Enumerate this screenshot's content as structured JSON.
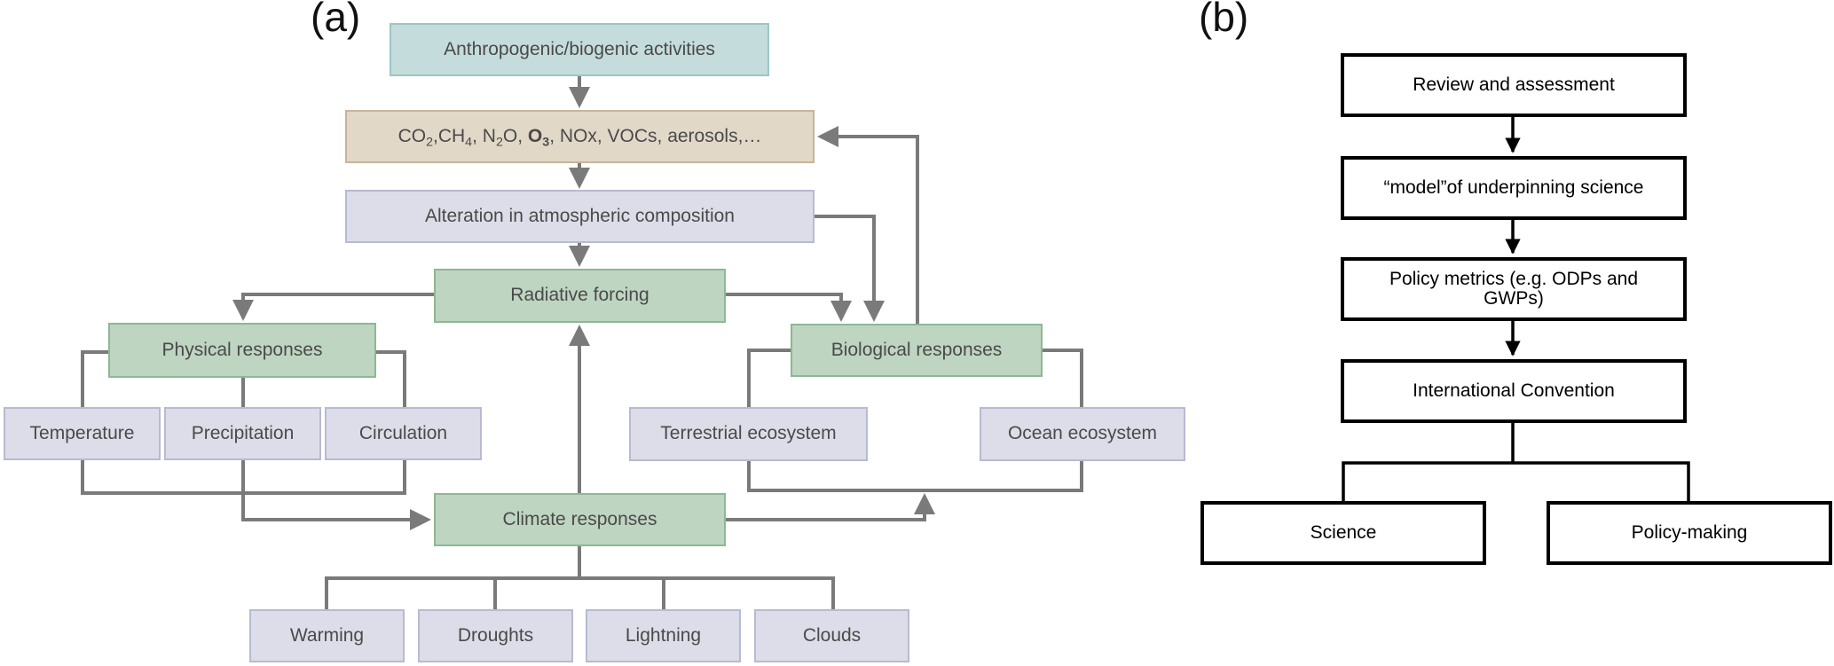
{
  "panels": {
    "a": {
      "label": "(a)",
      "nodes": {
        "activities": "Anthropogenic/biogenic activities",
        "emissions": {
          "parts": [
            {
              "t": "CO"
            },
            {
              "sub": "2"
            },
            {
              "t": ",CH"
            },
            {
              "sub": "4"
            },
            {
              "t": ", N"
            },
            {
              "sub": "2"
            },
            {
              "t": "O, "
            },
            {
              "bold": "O"
            },
            {
              "boldsub": "3"
            },
            {
              "t": ", NOx, VOCs, aerosols,…"
            }
          ],
          "text": "CO2,CH4, N2O, O3, NOx, VOCs, aerosols,…"
        },
        "alteration": "Alteration in atmospheric composition",
        "radiative_forcing": "Radiative forcing",
        "physical_responses": "Physical responses",
        "biological_responses": "Biological responses",
        "temperature": "Temperature",
        "precipitation": "Precipitation",
        "circulation": "Circulation",
        "terrestrial_ecosystem": "Terrestrial ecosystem",
        "ocean_ecosystem": "Ocean ecosystem",
        "climate_responses": "Climate responses",
        "warming": "Warming",
        "droughts": "Droughts",
        "lightning": "Lightning",
        "clouds": "Clouds"
      },
      "edges": [
        {
          "from": "activities",
          "to": "emissions",
          "arrow": true
        },
        {
          "from": "emissions",
          "to": "alteration",
          "arrow": true
        },
        {
          "from": "alteration",
          "to": "radiative_forcing",
          "arrow": true
        },
        {
          "from": "alteration",
          "to": "biological_responses",
          "arrow": true
        },
        {
          "from": "radiative_forcing",
          "to": "physical_responses",
          "arrow": true
        },
        {
          "from": "radiative_forcing",
          "to": "biological_responses",
          "arrow": true
        },
        {
          "from": "biological_responses",
          "to": "emissions",
          "arrow": true
        },
        {
          "from": "physical_responses",
          "to": "temperature",
          "arrow": false
        },
        {
          "from": "physical_responses",
          "to": "precipitation",
          "arrow": false
        },
        {
          "from": "physical_responses",
          "to": "circulation",
          "arrow": false
        },
        {
          "from": "biological_responses",
          "to": "terrestrial_ecosystem",
          "arrow": false
        },
        {
          "from": "biological_responses",
          "to": "ocean_ecosystem",
          "arrow": false
        },
        {
          "from": "precipitation",
          "to": "climate_responses",
          "arrow": true
        },
        {
          "from": "climate_responses",
          "to": "radiative_forcing",
          "arrow": true
        },
        {
          "from": "climate_responses",
          "to": "terrestrial_ecosystem",
          "arrow": true
        },
        {
          "from": "climate_responses",
          "to": "warming",
          "arrow": false
        },
        {
          "from": "climate_responses",
          "to": "droughts",
          "arrow": false
        },
        {
          "from": "climate_responses",
          "to": "lightning",
          "arrow": false
        },
        {
          "from": "climate_responses",
          "to": "clouds",
          "arrow": false
        }
      ],
      "colors": {
        "activities_fill": "#c5dcdc",
        "emissions_fill": "#e1d8c8",
        "state_fill": "#dcdde8",
        "response_fill": "#bed5c1",
        "connector": "#7a7a7a",
        "text": "#4a4a4a"
      }
    },
    "b": {
      "label": "(b)",
      "nodes": {
        "review": "Review and assessment",
        "model": "“model”of underpinning science",
        "metrics": "Policy metrics  (e.g. ODPs and GWPs)",
        "convention": "International Convention",
        "science": "Science",
        "policy_making": "Policy-making"
      },
      "edges": [
        {
          "from": "review",
          "to": "model",
          "arrow": true
        },
        {
          "from": "model",
          "to": "metrics",
          "arrow": true
        },
        {
          "from": "metrics",
          "to": "convention",
          "arrow": true
        },
        {
          "from": "convention",
          "to": "science",
          "arrow": false
        },
        {
          "from": "convention",
          "to": "policy_making",
          "arrow": false
        }
      ],
      "colors": {
        "border": "#000000",
        "fill": "#ffffff",
        "text": "#000000"
      }
    }
  }
}
